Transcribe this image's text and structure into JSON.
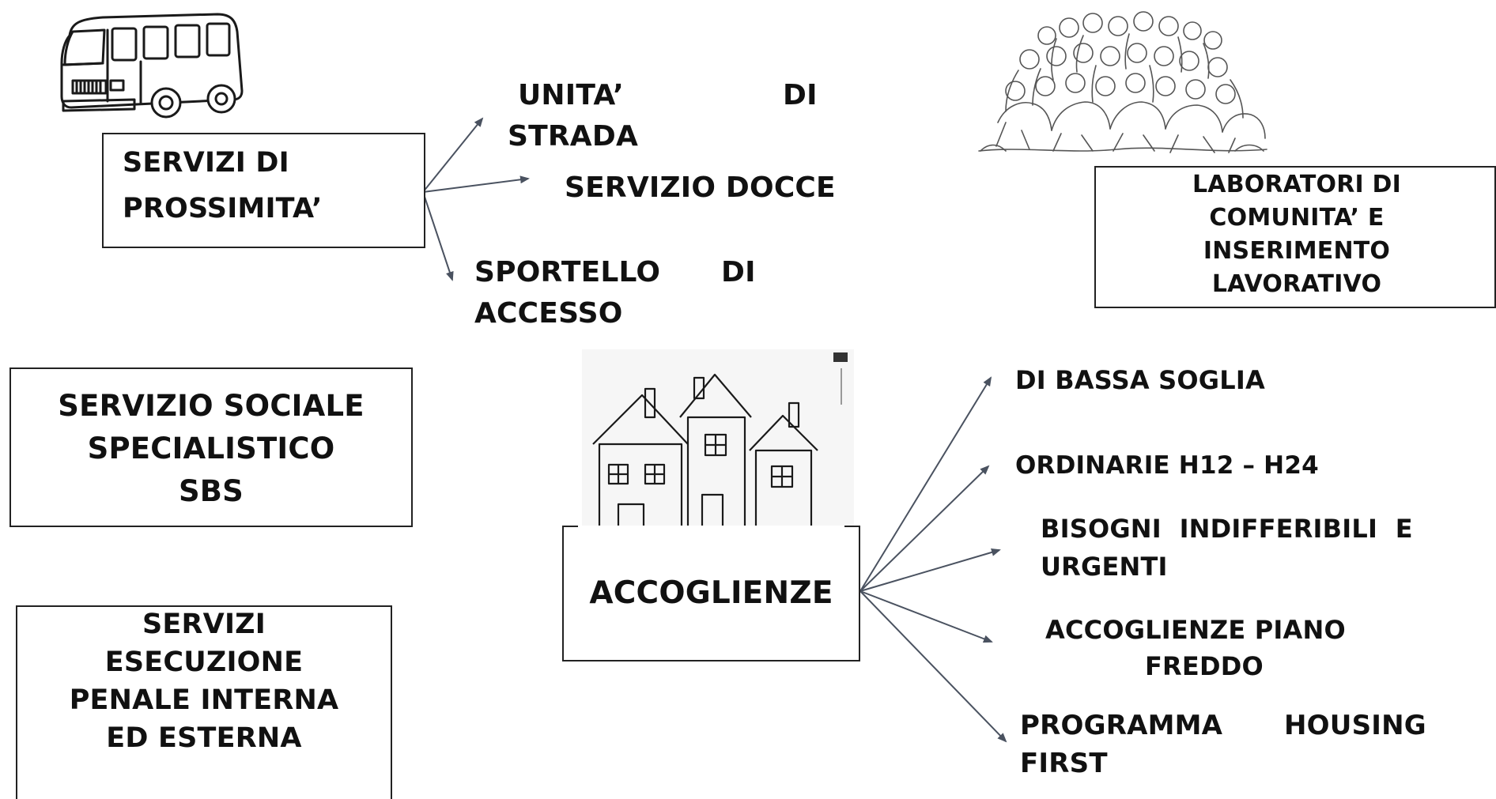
{
  "colors": {
    "arrow": "#4a5260",
    "border": "#222222",
    "text": "#111111"
  },
  "icons": {
    "van": "van-icon",
    "people": "people-group-icon",
    "houses": "houses-icon"
  },
  "nodes": {
    "prossimita": {
      "line1": "SERVIZI DI",
      "line2": "PROSSIMITA’"
    },
    "unita_strada": {
      "line1a": "UNITA’",
      "line1b": "DI",
      "line2": "STRADA"
    },
    "servizio_docce": {
      "label": "SERVIZIO DOCCE"
    },
    "sportello": {
      "line1a": "SPORTELLO",
      "line1b": "DI",
      "line2": "ACCESSO"
    },
    "laboratori": {
      "line1": "LABORATORI DI",
      "line2": "COMUNITA’ E",
      "line3": "INSERIMENTO",
      "line4": "LAVORATIVO"
    },
    "servizio_sociale": {
      "line1": "SERVIZIO SOCIALE",
      "line2": "SPECIALISTICO",
      "line3": "SBS"
    },
    "esecuzione_penale": {
      "line1": "SERVIZI",
      "line2": "ESECUZIONE",
      "line3": "PENALE INTERNA",
      "line4": "ED ESTERNA"
    },
    "accoglienze": {
      "label": "ACCOGLIENZE"
    },
    "bassa_soglia": {
      "label": "DI BASSA SOGLIA"
    },
    "ordinarie": {
      "label": "ORDINARIE H12 – H24"
    },
    "bisogni": {
      "line1": "BISOGNI  INDIFFERIBILI  E",
      "line2": "URGENTI"
    },
    "piano_freddo": {
      "line1": "ACCOGLIENZE PIANO",
      "line2": "FREDDO"
    },
    "housing_first": {
      "line1a": "PROGRAMMA",
      "line1b": "HOUSING",
      "line2": "FIRST"
    }
  }
}
